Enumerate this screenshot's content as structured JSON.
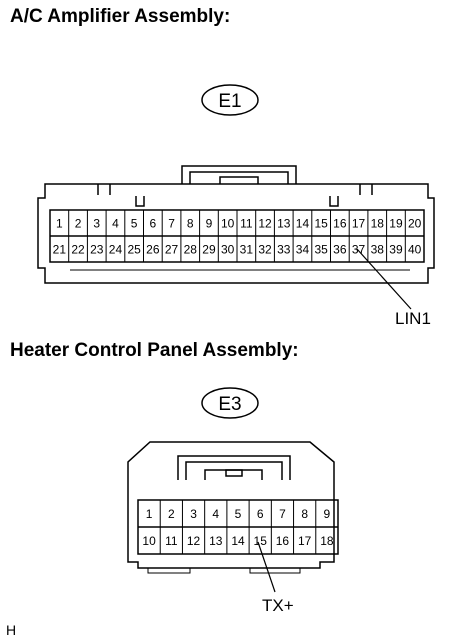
{
  "connectors": [
    {
      "title": "A/C Amplifier Assembly:",
      "code": "E1",
      "pins_row1": [
        "1",
        "2",
        "3",
        "4",
        "5",
        "6",
        "7",
        "8",
        "9",
        "10",
        "11",
        "12",
        "13",
        "14",
        "15",
        "16",
        "17",
        "18",
        "19",
        "20"
      ],
      "pins_row2": [
        "21",
        "22",
        "23",
        "24",
        "25",
        "26",
        "27",
        "28",
        "29",
        "30",
        "31",
        "32",
        "33",
        "34",
        "35",
        "36",
        "37",
        "38",
        "39",
        "40"
      ],
      "callout": {
        "label": "LIN1",
        "pin": "37"
      }
    },
    {
      "title": "Heater Control Panel  Assembly:",
      "code": "E3",
      "pins_row1": [
        "1",
        "2",
        "3",
        "4",
        "5",
        "6",
        "7",
        "8",
        "9"
      ],
      "pins_row2": [
        "10",
        "11",
        "12",
        "13",
        "14",
        "15",
        "16",
        "17",
        "18"
      ],
      "callout": {
        "label": "TX+",
        "pin": "15"
      }
    }
  ],
  "footer": "H"
}
